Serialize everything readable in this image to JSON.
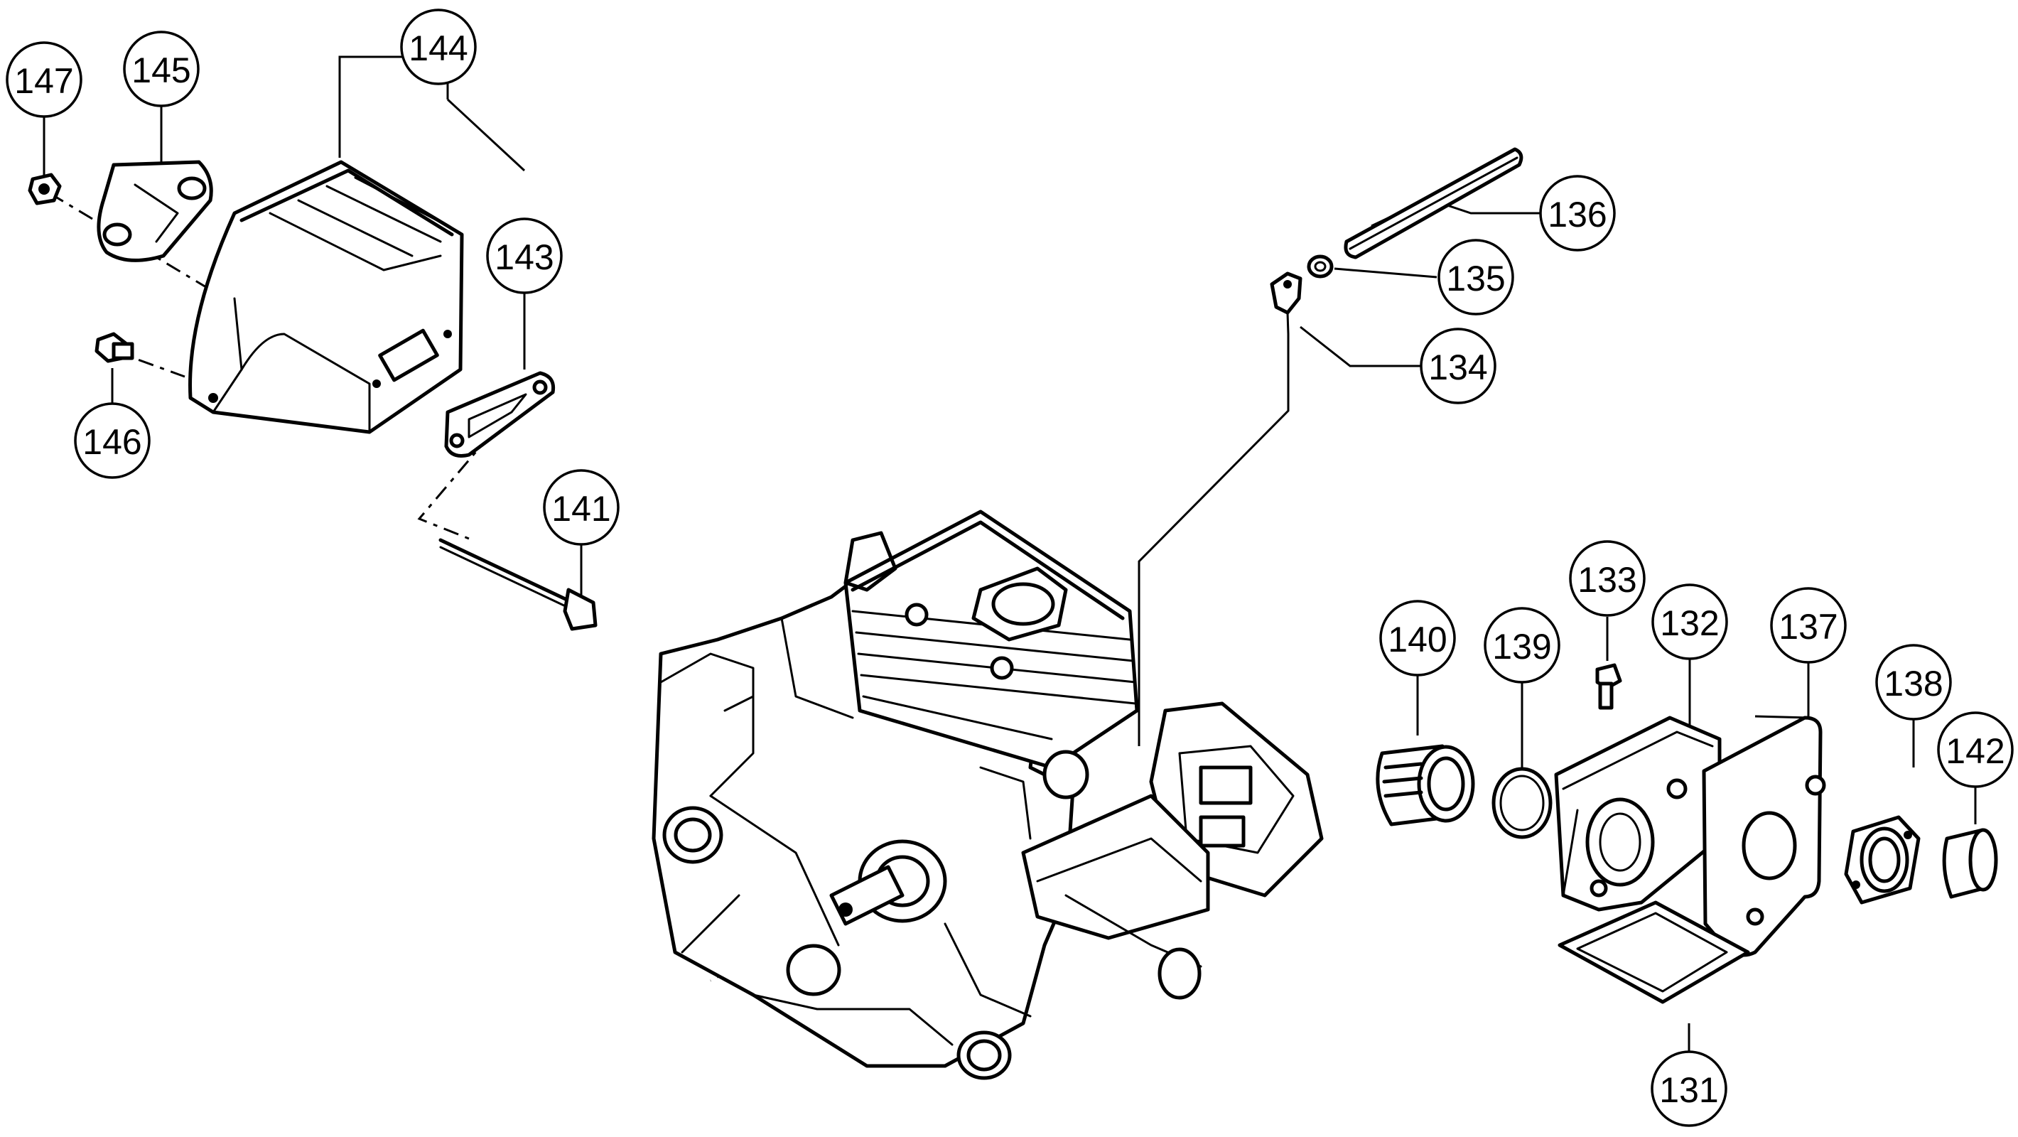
{
  "callouts": [
    {
      "id": "c147",
      "label": "147"
    },
    {
      "id": "c145",
      "label": "145"
    },
    {
      "id": "c144",
      "label": "144"
    },
    {
      "id": "c143",
      "label": "143"
    },
    {
      "id": "c146",
      "label": "146"
    },
    {
      "id": "c141",
      "label": "141"
    },
    {
      "id": "c136",
      "label": "136"
    },
    {
      "id": "c135",
      "label": "135"
    },
    {
      "id": "c134",
      "label": "134"
    },
    {
      "id": "c133",
      "label": "133"
    },
    {
      "id": "c140",
      "label": "140"
    },
    {
      "id": "c139",
      "label": "139"
    },
    {
      "id": "c132",
      "label": "132"
    },
    {
      "id": "c137",
      "label": "137"
    },
    {
      "id": "c138",
      "label": "138"
    },
    {
      "id": "c142",
      "label": "142"
    },
    {
      "id": "c131",
      "label": "131"
    }
  ]
}
